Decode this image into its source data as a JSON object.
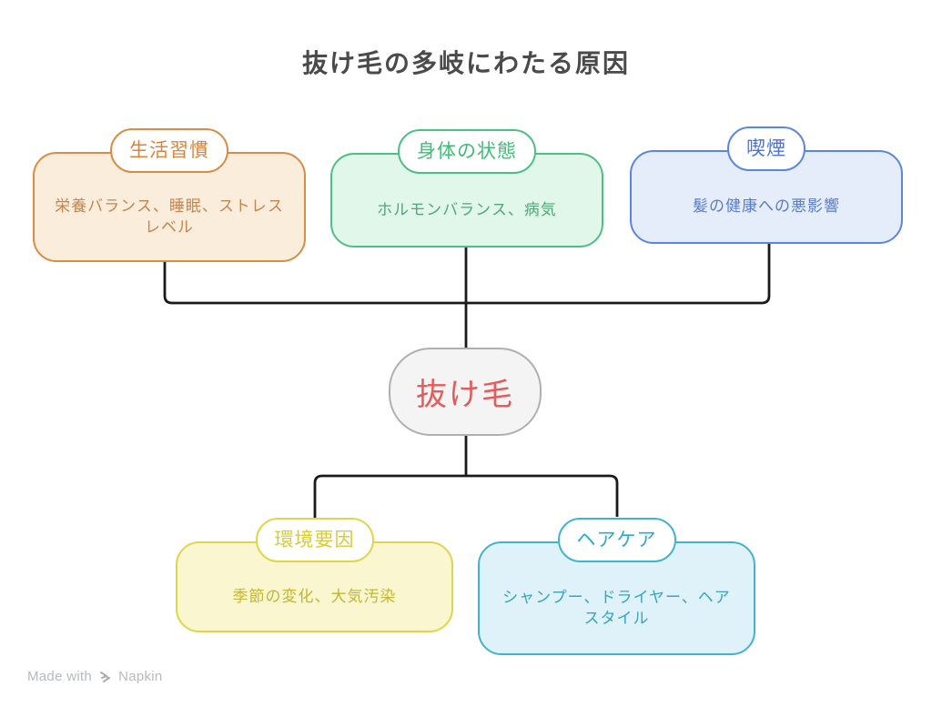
{
  "title": "抜け毛の多岐にわたる原因",
  "center_node": {
    "label": "抜け毛",
    "border": "#afafaf",
    "fill": "#f4f4f4",
    "text_color": "#e25c5c"
  },
  "nodes": [
    {
      "id": "lifestyle",
      "label": "生活習慣",
      "body": "栄養バランス、睡眠、ストレスレベル",
      "border": "#d98c44",
      "fill": "#fbeddc",
      "label_color": "#d9833b",
      "body_color": "#c6854f"
    },
    {
      "id": "physical-condition",
      "label": "身体の状態",
      "body": "ホルモンバランス、病気",
      "border": "#4cc084",
      "fill": "#e1f7ea",
      "label_color": "#3fbc78",
      "body_color": "#4fa878"
    },
    {
      "id": "smoking",
      "label": "喫煙",
      "body": "髪の健康への悪影響",
      "border": "#5c85e0",
      "fill": "#e6edfa",
      "label_color": "#4c73d6",
      "body_color": "#5a7cc9"
    },
    {
      "id": "environment",
      "label": "環境要因",
      "body": "季節の変化、大気汚染",
      "border": "#e0d54a",
      "fill": "#faf6d0",
      "label_color": "#d9cb35",
      "body_color": "#c4b633"
    },
    {
      "id": "haircare",
      "label": "ヘアケア",
      "body": "シャンプー、ドライヤー、ヘアスタイル",
      "border": "#41b3d2",
      "fill": "#dff2f9",
      "label_color": "#2ca9cc",
      "body_color": "#37a4c4"
    }
  ],
  "connector_color": "#1a1a1a",
  "footer": {
    "made_with": "Made with",
    "brand": "Napkin"
  }
}
